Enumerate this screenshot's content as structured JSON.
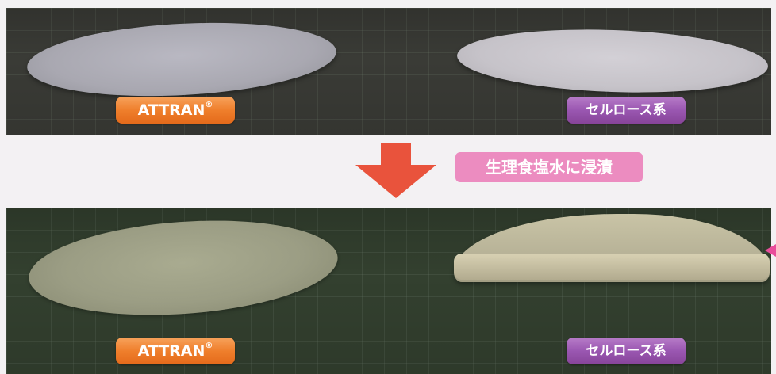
{
  "before": {
    "left_label": "ATTRAN",
    "left_label_mark": "®",
    "right_label": "セルロース系"
  },
  "process": {
    "caption": "生理食塩水に浸漬"
  },
  "after": {
    "left_label": "ATTRAN",
    "left_label_mark": "®",
    "right_label": "セルロース系"
  },
  "colors": {
    "orange_label": "#ef7f2c",
    "purple_label": "#9a57b1",
    "caption_pink": "#ec8cc0",
    "arrow_red": "#e9533c"
  }
}
